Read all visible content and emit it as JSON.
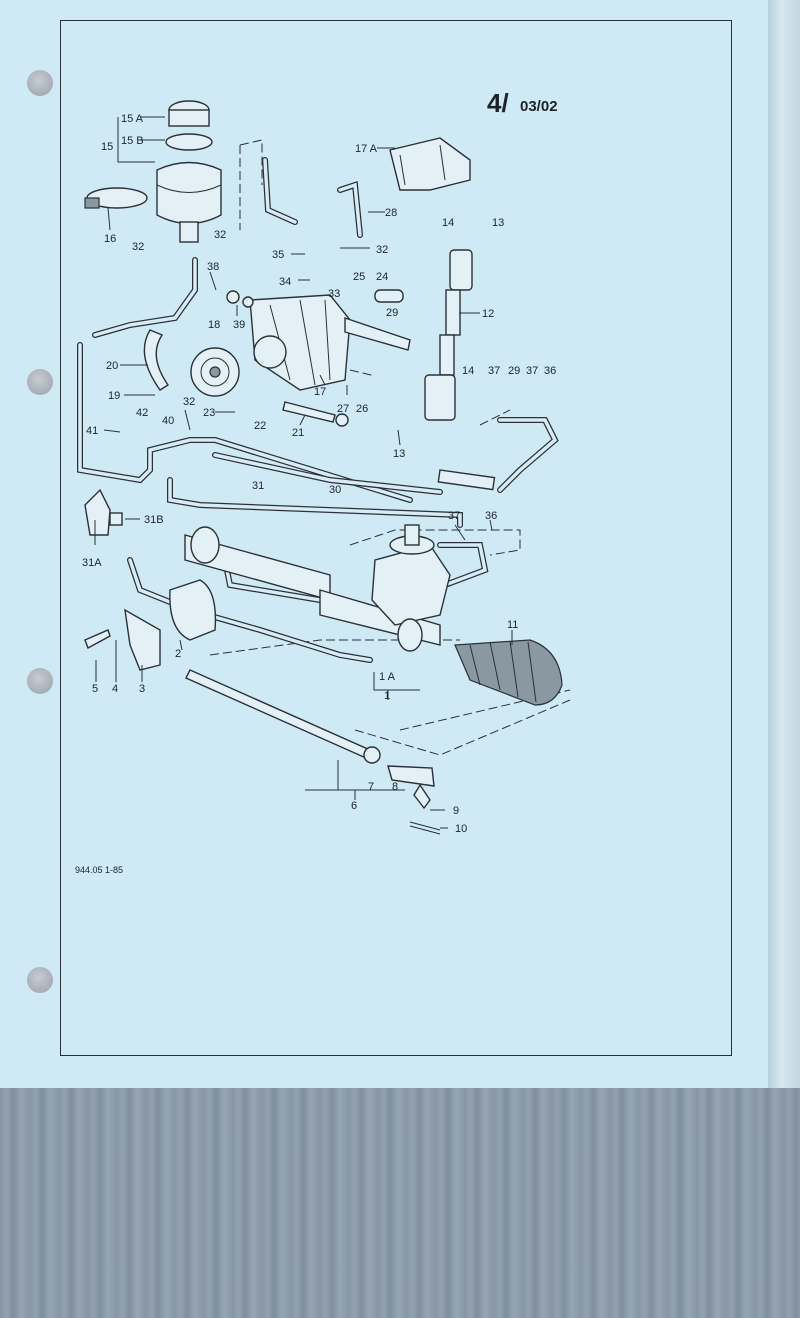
{
  "page": {
    "number": "4/",
    "subsection": "03/02",
    "drawing_ref": "944.05  1-85"
  },
  "colors": {
    "paper": "#cfe9f5",
    "ink": "#2a3138",
    "scan_background": "#8c9ba8"
  },
  "callouts": [
    "15 A",
    "15 B",
    "15",
    "17 A",
    "16",
    "32",
    "32",
    "28",
    "14",
    "13",
    "35",
    "32",
    "38",
    "25",
    "24",
    "34",
    "33",
    "18",
    "39",
    "29",
    "12",
    "20",
    "17",
    "14",
    "37",
    "29",
    "37",
    "36",
    "19",
    "32",
    "27",
    "26",
    "42",
    "40",
    "23",
    "22",
    "21",
    "41",
    "13",
    "31",
    "30",
    "31B",
    "37",
    "36",
    "31A",
    "11",
    "2",
    "1 A",
    "5",
    "4",
    "3",
    "1",
    "7",
    "8",
    "6",
    "9",
    "10"
  ]
}
